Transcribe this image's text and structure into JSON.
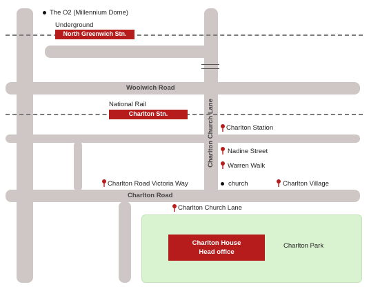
{
  "landmarks": {
    "o2": "The O2 (Millennium Dome)",
    "underground_label": "Underground",
    "north_greenwich": "North Greenwich Stn.",
    "national_rail_label": "National Rail",
    "charlton_stn": "Charlton Stn."
  },
  "roads": {
    "woolwich_road": "Woolwich Road",
    "charlton_road": "Charlton Road",
    "charlton_church_lane": "Charlton Church Lane"
  },
  "stops": {
    "charlton_station": "Charlton Station",
    "nadine_street": "Nadine Street",
    "warren_walk": "Warren Walk",
    "church": "church",
    "charlton_village": "Charlton Village",
    "charlton_road_victoria_way": "Charlton Road Victoria Way",
    "charlton_church_lane_stop": "Charlton Church Lane"
  },
  "office": {
    "line1": "Charlton House",
    "line2": "Head office"
  },
  "park": {
    "name": "Charlton Park"
  },
  "colors": {
    "road": "#cfc7c5",
    "park": "#d9f2cf",
    "station_box": "#b71c1c",
    "rail_dash": "#7a7a7a"
  }
}
